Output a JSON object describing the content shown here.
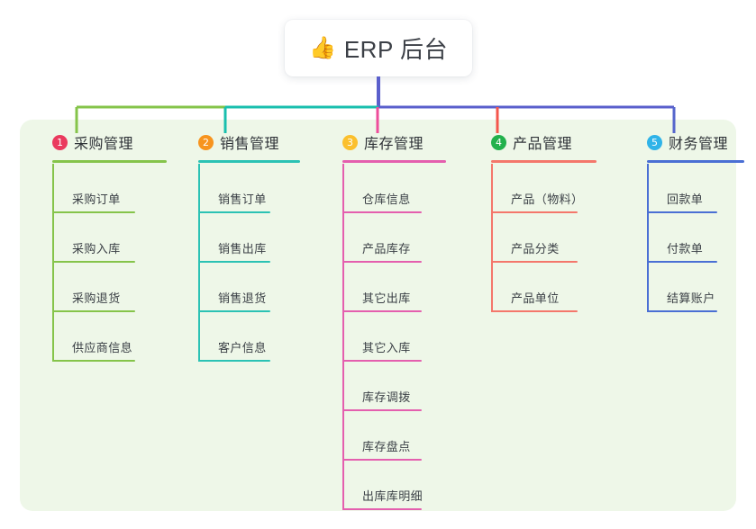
{
  "diagram": {
    "type": "mindmap-tree",
    "root": {
      "emoji": "👍",
      "emoji_name": "thumbs-up-icon",
      "label": "ERP 后台"
    },
    "panel_color": "#eef7e8",
    "branches": [
      {
        "index": "1",
        "title": "采购管理",
        "badge_color": "#ea3a5e",
        "line_color": "#85c44a",
        "connector_color": "#85c44a",
        "items": [
          "采购订单",
          "采购入库",
          "采购退货",
          "供应商信息"
        ]
      },
      {
        "index": "2",
        "title": "销售管理",
        "badge_color": "#f7941e",
        "line_color": "#2bc2b4",
        "connector_color": "#19bfae",
        "items": [
          "销售订单",
          "销售出库",
          "销售退货",
          "客户信息"
        ]
      },
      {
        "index": "3",
        "title": "库存管理",
        "badge_color": "#fbc02d",
        "line_color": "#e45fae",
        "connector_color": "#ee4d9b",
        "items": [
          "仓库信息",
          "产品库存",
          "其它出库",
          "其它入库",
          "库存调拨",
          "库存盘点",
          "出库库明细"
        ]
      },
      {
        "index": "4",
        "title": "产品管理",
        "badge_color": "#22b14c",
        "line_color": "#f4776b",
        "connector_color": "#f4564c",
        "items": [
          "产品（物料）",
          "产品分类",
          "产品单位"
        ]
      },
      {
        "index": "5",
        "title": "财务管理",
        "badge_color": "#2fb3e8",
        "line_color": "#4a6fd4",
        "connector_color": "#5566cc",
        "items": [
          "回款单",
          "付款单",
          "结算账户"
        ]
      }
    ],
    "bus_color": "#5a5fcc",
    "root_stem_color": "#5a5fcc"
  }
}
